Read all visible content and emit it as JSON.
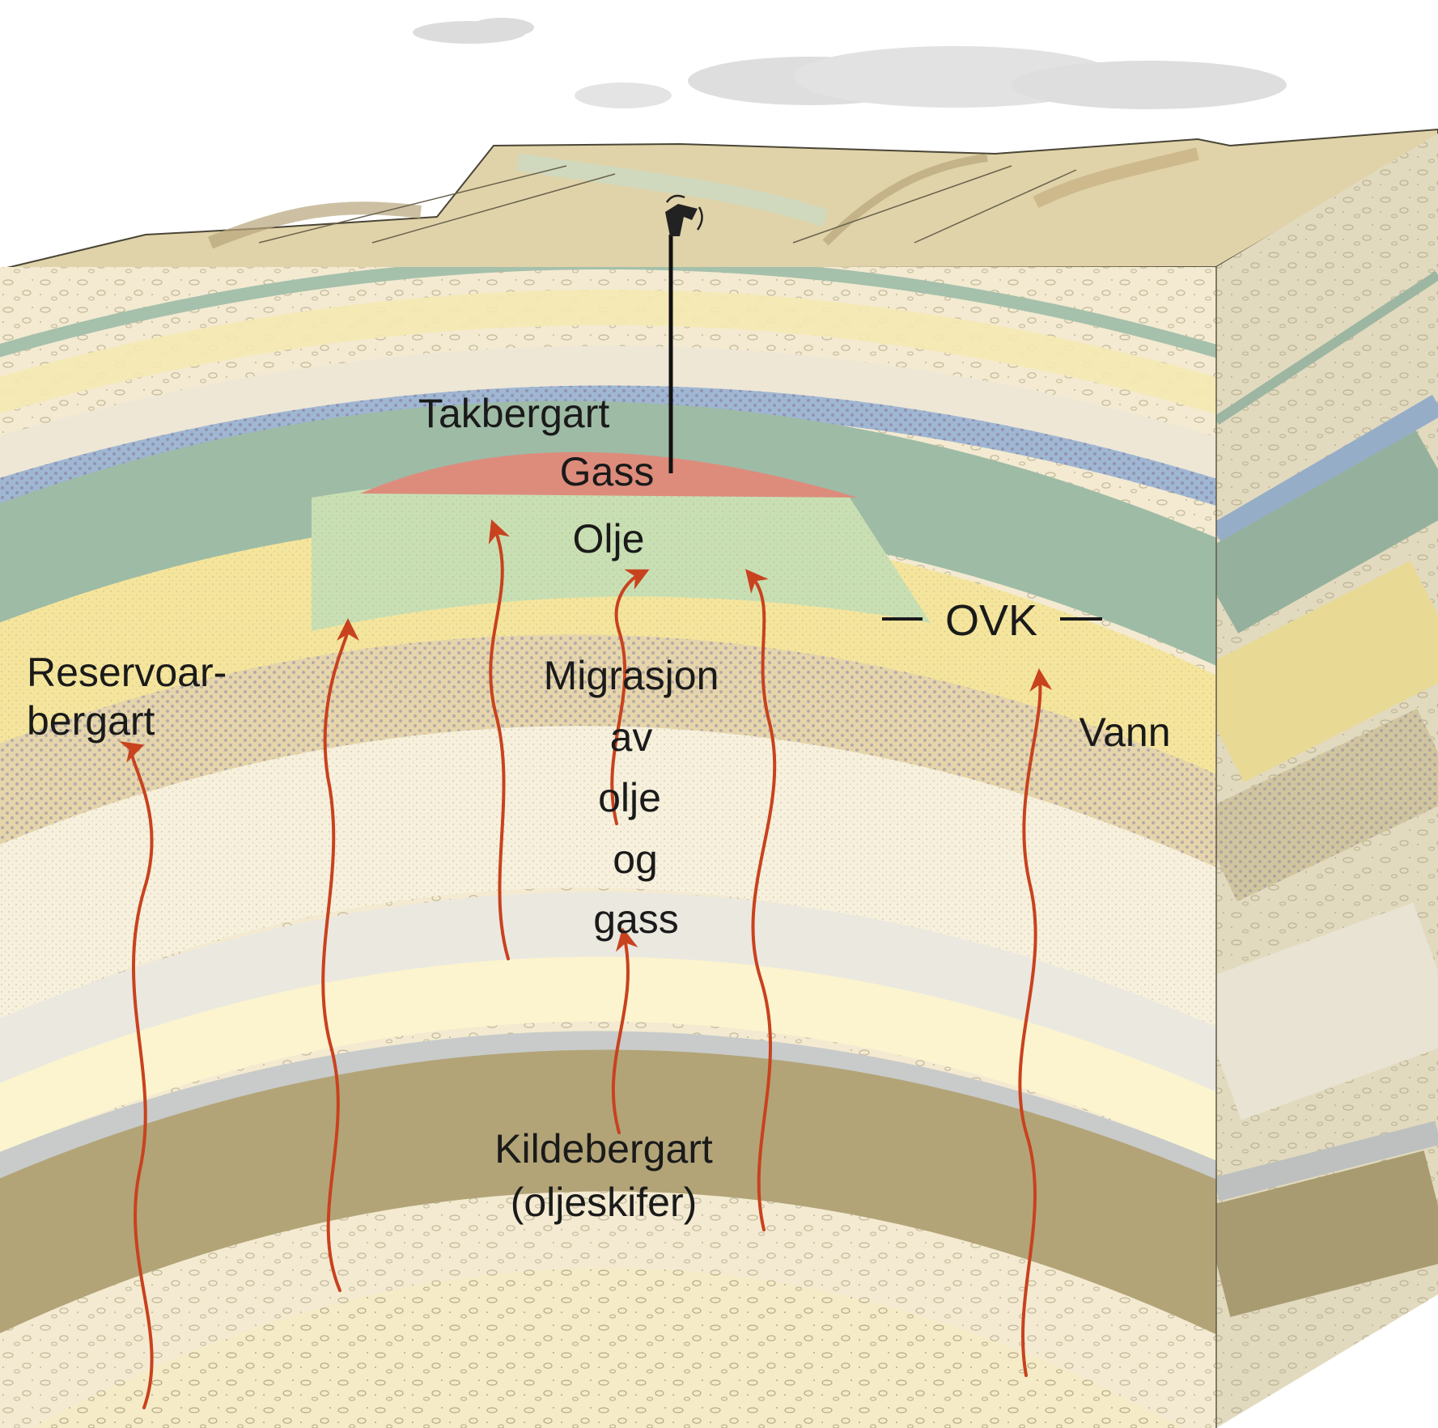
{
  "labels": {
    "caprock": "Takbergart",
    "gas": "Gass",
    "oil": "Olje",
    "owc": "OVK",
    "reservoir_line1": "Reservoar-",
    "reservoir_line2": "bergart",
    "water": "Vann",
    "migration": [
      "Migrasjon",
      "av",
      "olje",
      "og",
      "gass"
    ],
    "source_line1": "Kildebergart",
    "source_line2": "(oljeskifer)"
  },
  "colors": {
    "surface": "#e0d3a9",
    "caprock": "#9ebba6",
    "gas": "#dd8c7c",
    "oil": "#c8dfb3",
    "reservoir_water": "#f5e59c",
    "blue_band": "#9fb7d3",
    "source_rock": "#b3a478",
    "arrow": "#c8421e"
  },
  "icons": [
    "oil-well-icon",
    "migration-arrow-icon",
    "cloud-icon"
  ]
}
